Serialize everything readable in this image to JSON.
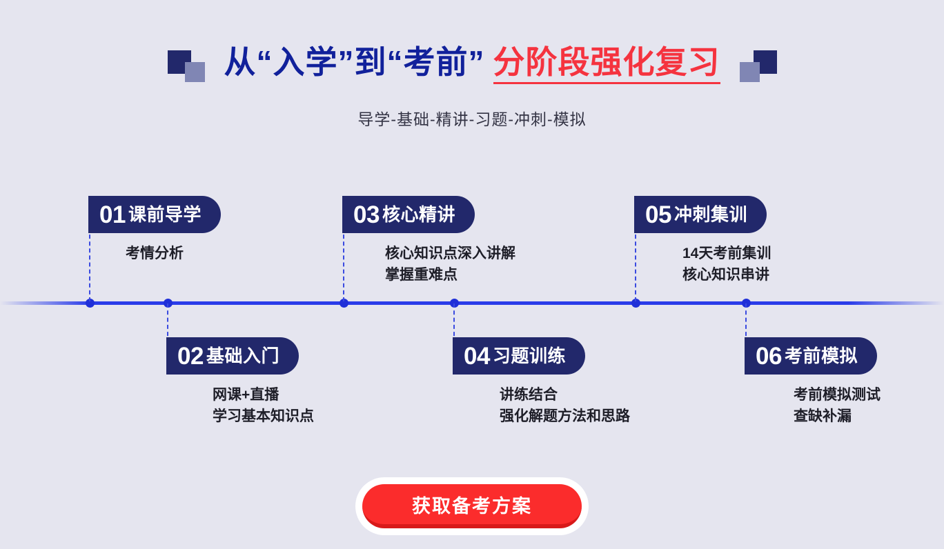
{
  "header": {
    "title_blue": "从“入学”到“考前”",
    "title_red": "分阶段强化复习",
    "subtitle": "导学-基础-精讲-习题-冲刺-模拟",
    "deco_left_name": "decorative-squares-left",
    "deco_right_name": "decorative-squares-right"
  },
  "colors": {
    "background": "#e5e5ef",
    "title_blue": "#11219b",
    "title_red": "#f5333f",
    "badge_navy": "#22286b",
    "timeline_blue": "#2a3ce9",
    "cta_red": "#fb2c2c",
    "cta_red_dark": "#d81919"
  },
  "steps": [
    {
      "num": "01",
      "name": "课前导学",
      "desc_lines": [
        "考情分析"
      ],
      "position": "above"
    },
    {
      "num": "02",
      "name": "基础入门",
      "desc_lines": [
        "网课+直播",
        "学习基本知识点"
      ],
      "position": "below"
    },
    {
      "num": "03",
      "name": "核心精讲",
      "desc_lines": [
        "核心知识点深入讲解",
        "掌握重难点"
      ],
      "position": "above"
    },
    {
      "num": "04",
      "name": "习题训练",
      "desc_lines": [
        "讲练结合",
        "强化解题方法和思路"
      ],
      "position": "below"
    },
    {
      "num": "05",
      "name": "冲刺集训",
      "desc_lines": [
        "14天考前集训",
        "核心知识串讲"
      ],
      "position": "above"
    },
    {
      "num": "06",
      "name": "考前模拟",
      "desc_lines": [
        "考前模拟测试",
        "查缺补漏"
      ],
      "position": "below"
    }
  ],
  "cta": {
    "label": "获取备考方案"
  }
}
